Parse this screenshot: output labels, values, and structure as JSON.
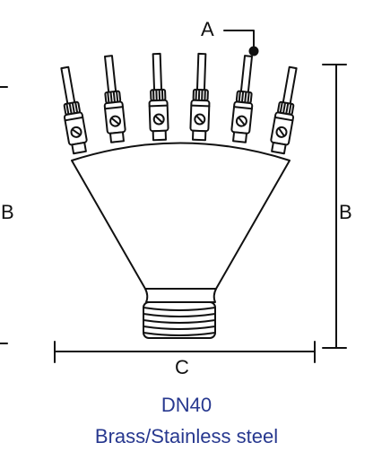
{
  "labels": {
    "a": "A",
    "b_left": "B",
    "b_right": "B",
    "c": "C"
  },
  "caption": {
    "size": "DN40",
    "material": "Brass/Stainless steel"
  },
  "colors": {
    "line": "#111111",
    "caption": "#27388f"
  },
  "nozzle_count": 6
}
